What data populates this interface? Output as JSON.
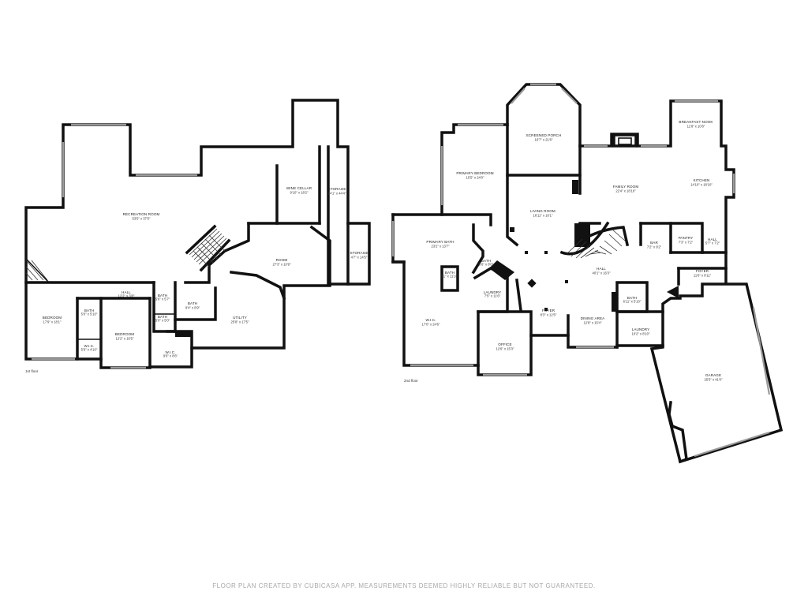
{
  "floors": [
    {
      "label": "1st floor",
      "rooms": [
        {
          "name": "RECREATION ROOM",
          "dim": "53'5\" x 37'5\""
        },
        {
          "name": "WINE CELLAR",
          "dim": "9'10\" x 18'2\""
        },
        {
          "name": "STORAGE",
          "dim": "24'1\" x 44'4\""
        },
        {
          "name": "STORAGE",
          "dim": "4'7\" x 14'5\""
        },
        {
          "name": "ROOM",
          "dim": "27'3\" x 10'9\""
        },
        {
          "name": "HALL",
          "dim": "12'2\" x 3'8\""
        },
        {
          "name": "BATH",
          "dim": "5'6\" x 5'7\""
        },
        {
          "name": "BATH",
          "dim": "9'4\" x 8'9\""
        },
        {
          "name": "BATH",
          "dim": "5'0\" x 5'0\""
        },
        {
          "name": "UTILITY",
          "dim": "25'8\" x 17'5\""
        },
        {
          "name": "BEDROOM",
          "dim": "17'9\" x 18'1\""
        },
        {
          "name": "BATH",
          "dim": "5'0\" x 5'10\""
        },
        {
          "name": "W.I.C.",
          "dim": "5'6\" x 4'10\""
        },
        {
          "name": "BEDROOM",
          "dim": "12'2\" x 16'5\""
        },
        {
          "name": "W.I.C.",
          "dim": "9'6\" x 8'6\""
        }
      ]
    },
    {
      "label": "2nd floor",
      "rooms": [
        {
          "name": "SCREENED PORCH",
          "dim": "16'7\" x 21'6\""
        },
        {
          "name": "BREAKFAST NOOK",
          "dim": "11'8\" x 10'8\""
        },
        {
          "name": "PRIMARY BEDROOM",
          "dim": "15'5\" x 24'0\""
        },
        {
          "name": "FAMILY ROOM",
          "dim": "22'4\" x 18'10\""
        },
        {
          "name": "KITCHEN",
          "dim": "14'10\" x 18'10\""
        },
        {
          "name": "LIVING ROOM",
          "dim": "16'11\" x 16'1\""
        },
        {
          "name": "PRIMARY BATH",
          "dim": "23'2\" x 13'7\""
        },
        {
          "name": "BAR",
          "dim": "7'2\" x 9'2\""
        },
        {
          "name": "PANTRY",
          "dim": "7'3\" x 7'2\""
        },
        {
          "name": "HALL",
          "dim": "5'7\" x 7'2\""
        },
        {
          "name": "BATH",
          "dim": "5'6\" x 8'0\""
        },
        {
          "name": "BATH",
          "dim": "5'1\" x 11'10\""
        },
        {
          "name": "HALL",
          "dim": "40'1\" x 16'3\""
        },
        {
          "name": "FOYER",
          "dim": "11'6\" x 8'11\""
        },
        {
          "name": "LAUNDRY",
          "dim": "7'5\" x 11'6\""
        },
        {
          "name": "BATH",
          "dim": "6'11\" x 5'10\""
        },
        {
          "name": "W.I.C.",
          "dim": "17'0\" x 24'6\""
        },
        {
          "name": "FOYER",
          "dim": "8'3\" x 12'5\""
        },
        {
          "name": "DINING AREA",
          "dim": "12'8\" x 15'4\""
        },
        {
          "name": "LAUNDRY",
          "dim": "10'2\" x 8'10\""
        },
        {
          "name": "OFFICE",
          "dim": "12'6\" x 15'3\""
        },
        {
          "name": "GARAGE",
          "dim": "25'5\" x 41'0\""
        }
      ]
    }
  ],
  "footer": "FLOOR PLAN CREATED BY CUBICASA APP. MEASUREMENTS DEEMED HIGHLY RELIABLE BUT NOT GUARANTEED."
}
